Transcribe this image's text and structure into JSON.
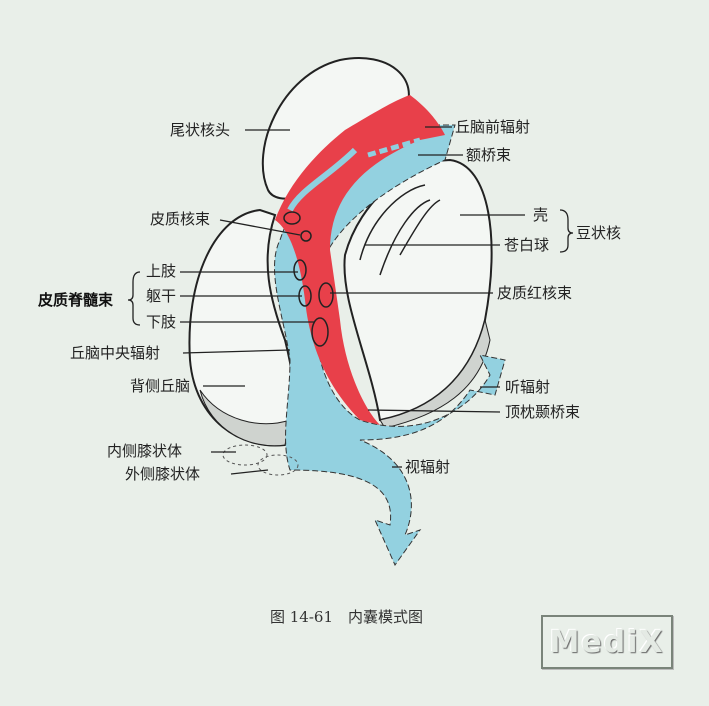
{
  "labels": {
    "caudate_head": "尾状核头",
    "anterior_thalamic_radiation": "丘脑前辐射",
    "frontopontine_tract": "额桥束",
    "putamen": "壳",
    "globus_pallidus": "苍白球",
    "lentiform_nucleus": "豆状核",
    "corticonuclear_tract": "皮质核束",
    "upper_limb": "上肢",
    "trunk": "躯干",
    "lower_limb": "下肢",
    "corticospinal_tract": "皮质脊髓束",
    "corticorubral_tract": "皮质红核束",
    "central_thalamic_radiation": "丘脑中央辐射",
    "dorsal_thalamus": "背侧丘脑",
    "acoustic_radiation": "听辐射",
    "parieto_occipito_temporopontine_tract": "顶枕颞桥束",
    "medial_geniculate_body": "内侧膝状体",
    "lateral_geniculate_body": "外侧膝状体",
    "optic_radiation": "视辐射"
  },
  "caption": "图 14-61　内囊模式图",
  "watermark": "MediX",
  "colors": {
    "red": "#e8404a",
    "blue": "#8fd0e0",
    "line": "#222222"
  }
}
